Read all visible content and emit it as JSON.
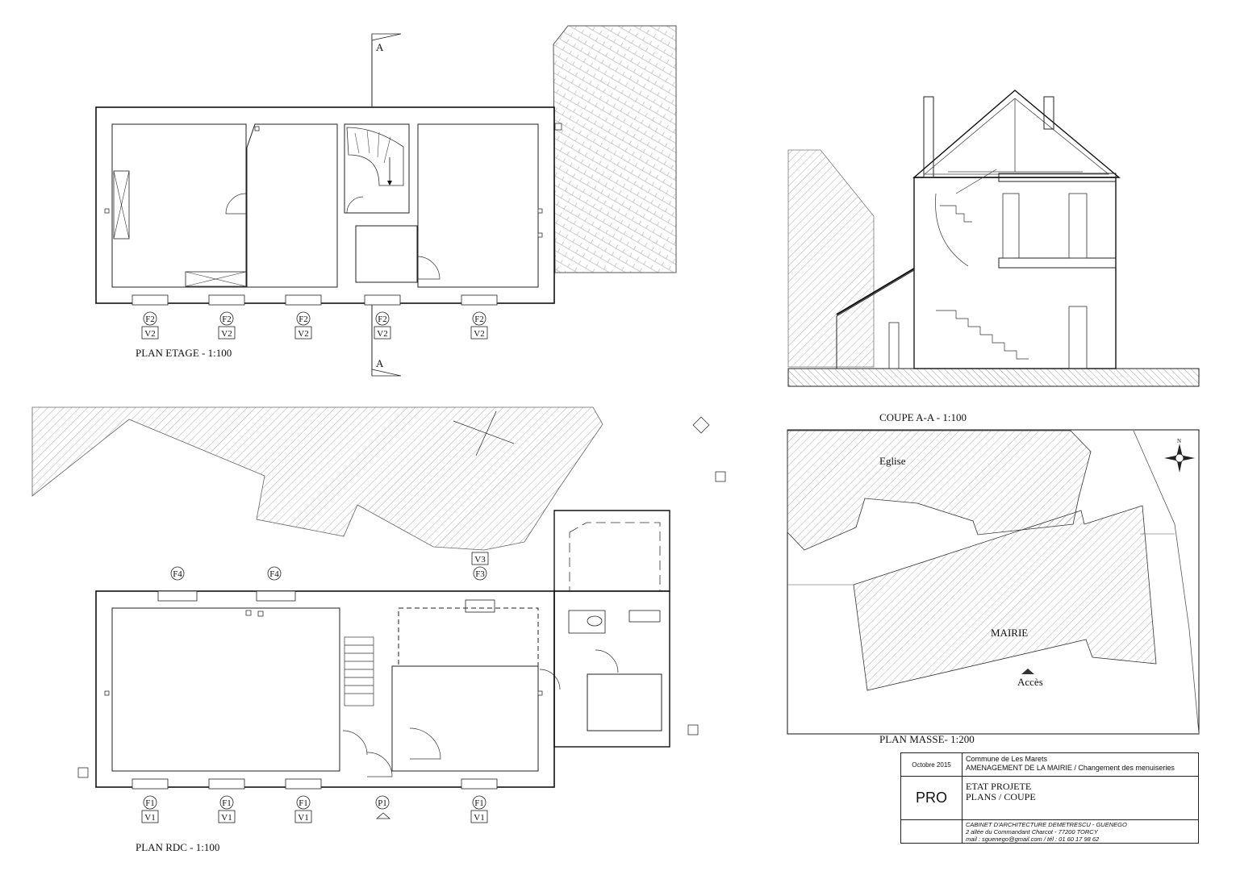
{
  "drawings": {
    "plan_etage": {
      "title": "PLAN ETAGE - 1:100",
      "section_mark": "A",
      "windows": [
        {
          "f": "F2",
          "v": "V2"
        },
        {
          "f": "F2",
          "v": "V2"
        },
        {
          "f": "F2",
          "v": "V2"
        },
        {
          "f": "F2",
          "v": "V2"
        },
        {
          "f": "F2",
          "v": "V2"
        }
      ]
    },
    "plan_rdc": {
      "title": "PLAN RDC - 1:100",
      "top_windows": [
        "F4",
        "F4"
      ],
      "v3": "V3",
      "f3": "F3",
      "windows": [
        {
          "f": "F1",
          "v": "V1"
        },
        {
          "f": "F1",
          "v": "V1"
        },
        {
          "f": "F1",
          "v": "V1"
        },
        {
          "f": "P1",
          "v": ""
        },
        {
          "f": "F1",
          "v": "V1"
        }
      ]
    },
    "coupe": {
      "title": "COUPE A-A - 1:100"
    },
    "plan_masse": {
      "title": "PLAN MASSE- 1:200",
      "eglise": "Eglise",
      "mairie": "MAIRIE",
      "acces": "Accès",
      "north": "N"
    }
  },
  "cartouche": {
    "date": "Octobre 2015",
    "commune": "Commune de Les Marets",
    "project": "AMENAGEMENT DE LA MAIRIE  / Changement des menuiseries",
    "phase": "PRO",
    "state": "ETAT PROJETE",
    "content": "PLANS / COUPE",
    "office": "CABINET D'ARCHITECTURE DEMETRESCU - GUENEGO",
    "address": "2 allée du Commandant Charcot - 77200 TORCY",
    "contact": "mail : sguenego@gmail.com / tél : 01 60 17 98 62"
  }
}
